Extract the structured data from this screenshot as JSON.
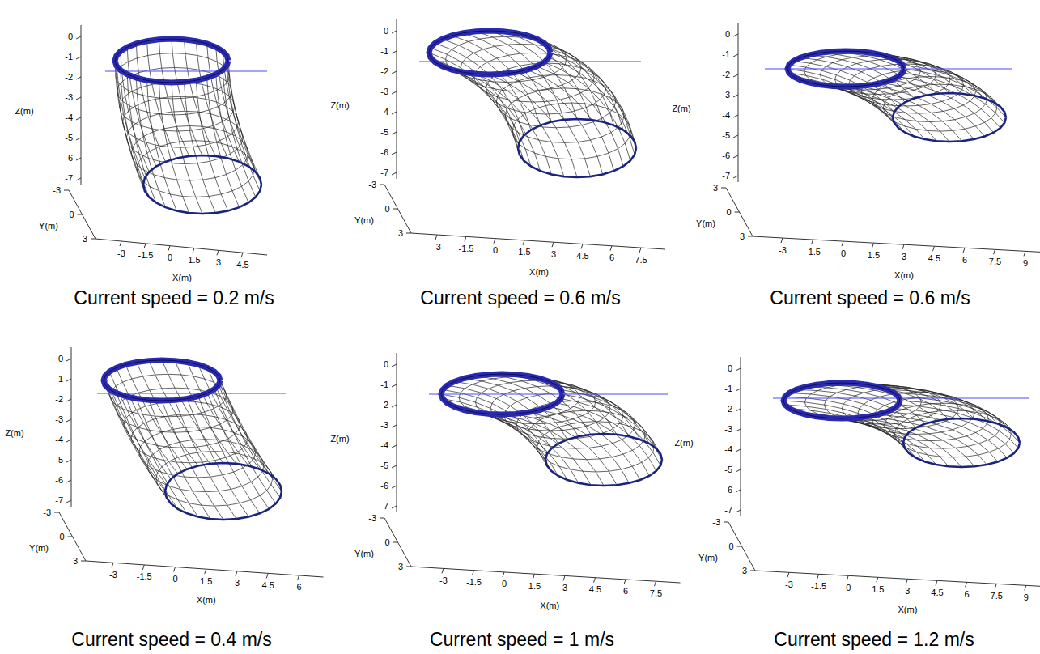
{
  "diagram": {
    "labels": [
      "0",
      "-1",
      "-2",
      "-3",
      "-4",
      "-5",
      "-6",
      "-7",
      "Z(m)",
      "-3",
      "0",
      "3",
      "Y(m)",
      "-3",
      "-1.5",
      "0",
      "1.5",
      "3",
      "4.5",
      "X(m)",
      "Current speed = 0.2 m/s",
      "0",
      "-1",
      "-2",
      "-3",
      "-4",
      "-5",
      "-6",
      "-7",
      "Z(m)",
      "-3",
      "0",
      "3",
      "Y(m)",
      "-3",
      "-1.5",
      "0",
      "1.5",
      "3",
      "4.5",
      "6",
      "7.5",
      "X(m)",
      "Current speed = 0.6 m/s",
      "0",
      "-1",
      "-2",
      "-3",
      "-4",
      "-5",
      "-6",
      "-7",
      "Z(m)",
      "-3",
      "0",
      "3",
      "Y(m)",
      "-3",
      "-1.5",
      "0",
      "1.5",
      "3",
      "4.5",
      "6",
      "7.5",
      "9",
      "X(m)",
      "Current speed = 0.6 m/s",
      "0",
      "-1",
      "-2",
      "-3",
      "-4",
      "-5",
      "-6",
      "-7",
      "Z(m)",
      "-3",
      "0",
      "3",
      "Y(m)",
      "-3",
      "-1.5",
      "0",
      "1.5",
      "3",
      "4.5",
      "6",
      "X(m)",
      "Current speed = 0.4 m/s",
      "0",
      "-1",
      "-2",
      "-3",
      "-4",
      "-5",
      "-6",
      "-7",
      "Z(m)",
      "-3",
      "0",
      "3",
      "Y(m)",
      "-3",
      "-1.5",
      "0",
      "1.5",
      "3",
      "4.5",
      "6",
      "7.5",
      "X(m)",
      "Current speed = 1 m/s",
      "0",
      "-1",
      "-2",
      "-3",
      "-4",
      "-5",
      "-6",
      "-7",
      "Z(m)",
      "-3",
      "0",
      "3",
      "Y(m)",
      "-3",
      "-1.5",
      "0",
      "1.5",
      "3",
      "4.5",
      "6",
      "7.5",
      "9",
      "X(m)",
      "Current speed = 1.2 m/s"
    ]
  }
}
